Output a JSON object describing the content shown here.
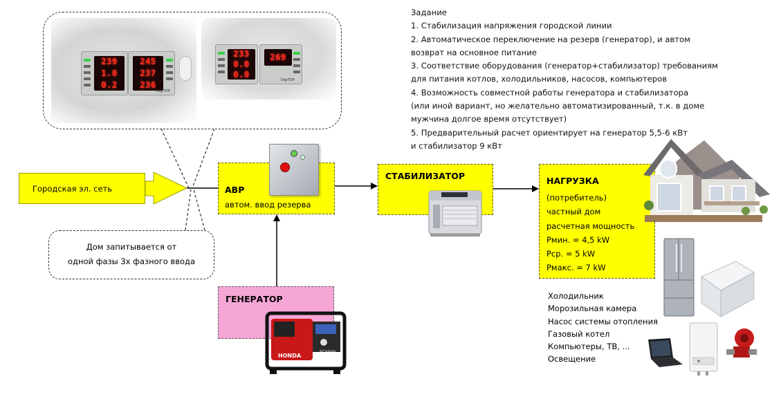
{
  "task": {
    "heading": "Задание",
    "lines": [
      "1. Стабилизация напряжения городской линии",
      "2. Автоматическое переключение на резерв (генератор), и автом",
      "возврат на основное питание",
      "3. Соответствие оборудования (генератор+стабилизатор) требованиям",
      "для питания котлов, холодильников, насосов, компьютеров",
      "4. Возможность совместной работы генератора и стабилизатора",
      "(или иной вариант, но желательно автоматизированный, т.к. в доме",
      "мужчина долгое время отсутствует)",
      "5. Предварительный расчет ориентирует на генератор 5,5-6 кВт",
      "и стабилизатор 9 кВт"
    ]
  },
  "voltage_relay_photos": {
    "photo1": {
      "left_display": [
        "239",
        "1.0",
        "0.2"
      ],
      "right_display": [
        "245",
        "237",
        "236"
      ]
    },
    "photo2": {
      "left_display": [
        "233",
        "0.0",
        "0.0"
      ],
      "right_display": [
        "269"
      ]
    },
    "brand_label": "DigiTOP"
  },
  "city_grid": {
    "label": "Городская эл. сеть"
  },
  "phase_note": {
    "lines": [
      "Дом запитывается от",
      "одной фазы 3х фазного ввода"
    ]
  },
  "abp": {
    "title": "АВР",
    "subtitle": "автом. ввод резерва"
  },
  "generator": {
    "title": "ГЕНЕРАТОР",
    "brand": "HONDA",
    "model": "EC 5000"
  },
  "stabilizer": {
    "title": "СТАБИЛИЗАТОР"
  },
  "load": {
    "title": "НАГРУЗКА",
    "lines": [
      "(потребитель)",
      "частный дом",
      "расчетная мощность",
      "Pмин. = 4,5 kW",
      "Pср. = 5 kW",
      "Pмакс. = 7 kW"
    ]
  },
  "appliances": [
    "Холодильник",
    "Морозильная камера",
    "Насос системы отопления",
    "Газовый котел",
    "Компьютеры, ТВ, ...",
    "Освещение"
  ],
  "colors": {
    "yellow_block": "#ffff00",
    "generator_block": "#f6a6d6",
    "display_red": "#ff2b1c"
  }
}
